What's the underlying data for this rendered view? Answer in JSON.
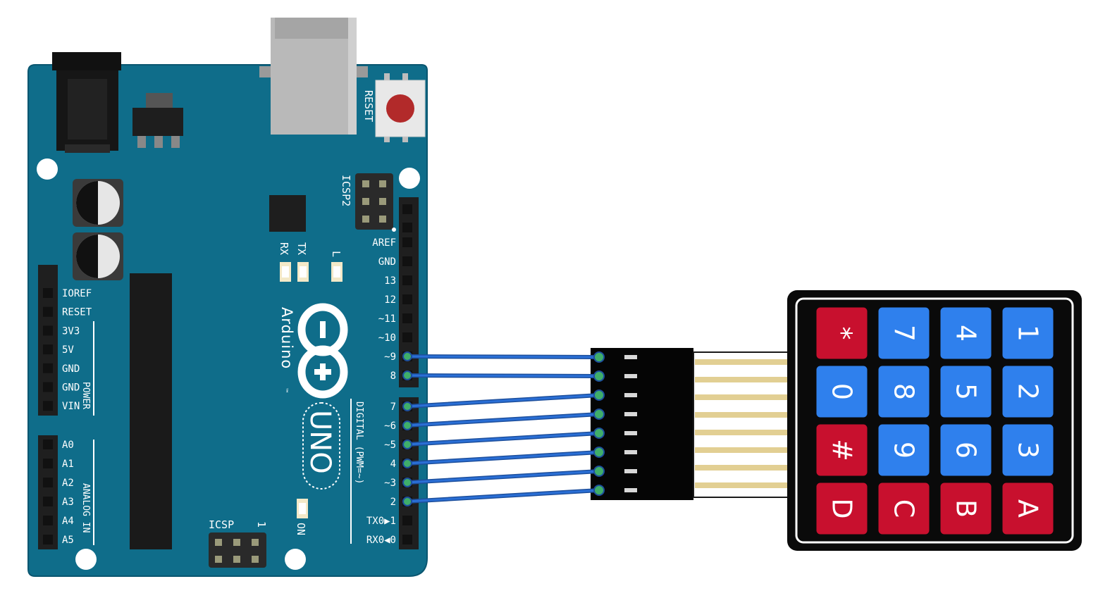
{
  "colors": {
    "board": "#0f6d8a",
    "board_edge": "#0a5670",
    "silkscreen": "#ffffff",
    "header": "#1f1f1f",
    "wire": "#2a6fd6",
    "wire_end": "#3fae6a",
    "key_red": "#c8102e",
    "key_blue": "#2f80ed",
    "ribbon": "#e2cf93"
  },
  "board": {
    "logo_text": "Arduino",
    "trademark": "™",
    "model": "UNO",
    "reset_label": "RESET",
    "icsp2_label": "ICSP2",
    "icsp_label": "ICSP",
    "icsp_pin1": "1",
    "rx_label": "RX",
    "tx_label": "TX",
    "l_label": "L",
    "on_label": "ON",
    "digital_label": "DIGITAL (PWM=~)",
    "power_label": "POWER",
    "analog_label": "ANALOG IN",
    "power_pins": [
      "IOREF",
      "RESET",
      "3V3",
      "5V",
      "GND",
      "GND",
      "VIN"
    ],
    "analog_pins": [
      "A0",
      "A1",
      "A2",
      "A3",
      "A4",
      "A5"
    ],
    "digital_upper": [
      "AREF",
      "GND",
      "13",
      "12",
      "~11",
      "~10",
      "~9",
      "8"
    ],
    "digital_lower": [
      "7",
      "~6",
      "~5",
      "4",
      "~3",
      "2",
      "TX0▶1",
      "RX0◀0"
    ]
  },
  "keypad": {
    "keys": [
      [
        "1",
        "2",
        "3",
        "A"
      ],
      [
        "4",
        "5",
        "6",
        "B"
      ],
      [
        "7",
        "8",
        "9",
        "C"
      ],
      [
        "*",
        "0",
        "#",
        "D"
      ]
    ],
    "key_colors": [
      [
        "blue",
        "blue",
        "blue",
        "red"
      ],
      [
        "blue",
        "blue",
        "blue",
        "red"
      ],
      [
        "blue",
        "blue",
        "blue",
        "red"
      ],
      [
        "red",
        "blue",
        "red",
        "red"
      ]
    ]
  },
  "wiring": {
    "arduino_pins": [
      "~9",
      "8",
      "7",
      "~6",
      "~5",
      "4",
      "~3",
      "2"
    ]
  }
}
